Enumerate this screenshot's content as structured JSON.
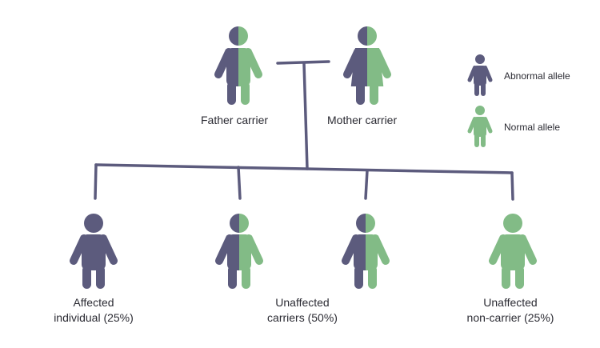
{
  "colors": {
    "abnormal": "#5c5b7d",
    "normal": "#82bb86",
    "line": "#5c5b7d",
    "text": "#2b2b33"
  },
  "parents": {
    "father": {
      "label": "Father carrier",
      "type": "carrier"
    },
    "mother": {
      "label": "Mother carrier",
      "type": "carrier"
    }
  },
  "children": [
    {
      "line1": "Affected",
      "line2": "individual (25%)",
      "type": "affected"
    },
    {
      "line1": "Unaffected",
      "line2": "carriers (50%)",
      "type": "carrier"
    },
    {
      "line1": "",
      "line2": "",
      "type": "carrier"
    },
    {
      "line1": "Unaffected",
      "line2": "non-carrier (25%)",
      "type": "normal"
    }
  ],
  "legend": {
    "abnormal": {
      "label": "Abnormal allele",
      "icon": "abnormal-allele-person-icon"
    },
    "normal": {
      "label": "Normal allele",
      "icon": "normal-allele-person-icon"
    }
  }
}
